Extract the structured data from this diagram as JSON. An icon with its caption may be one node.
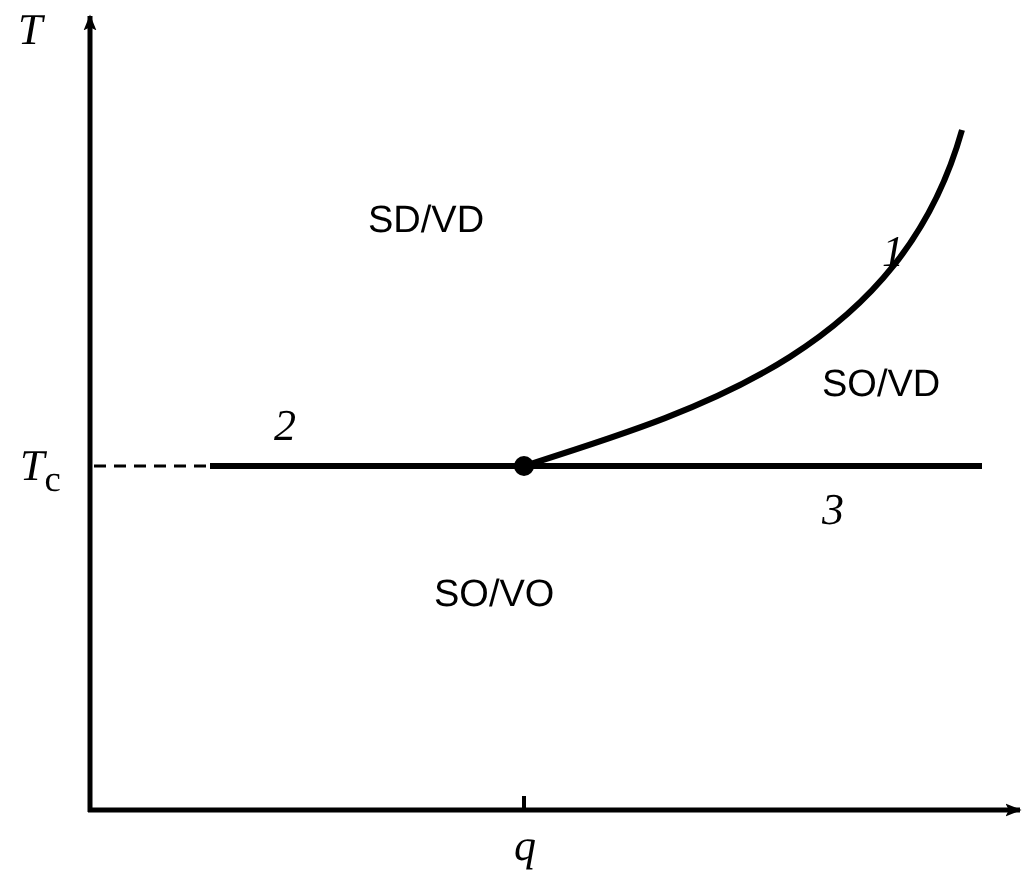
{
  "diagram": {
    "labels": [
      "*T*",
      "*T*$_{c}$",
      "*q*",
      "SD/VD",
      "SO/VD",
      "SO/VO",
      "1",
      "2",
      "3"
    ]
  }
}
